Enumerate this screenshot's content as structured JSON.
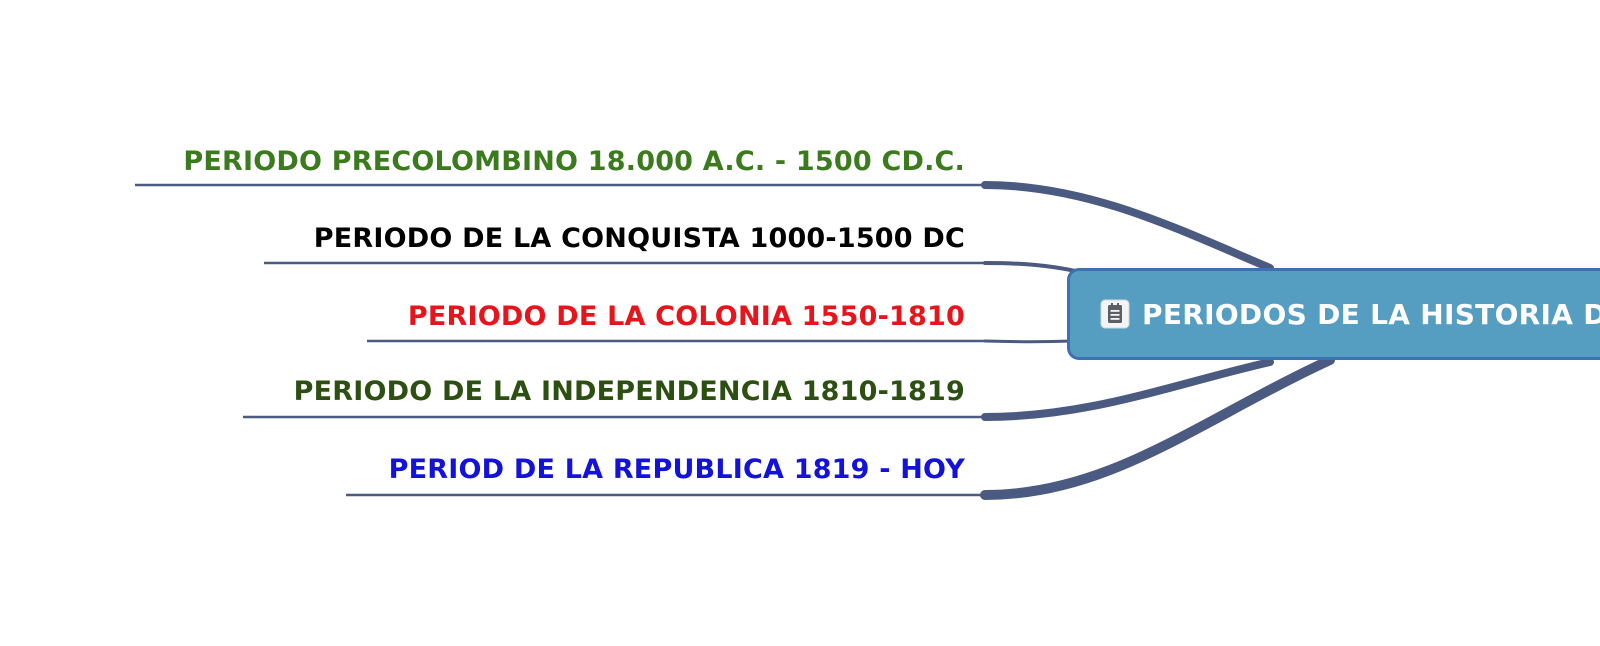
{
  "colors": {
    "connector": "#4b5a80",
    "central_fill": "#559ec2",
    "central_border": "#3d72b0",
    "central_text": "#ffffff"
  },
  "central": {
    "icon": "notepad-icon",
    "title": "PERIODOS DE LA HISTORIA D"
  },
  "branches": [
    {
      "label": "PERIODO PRECOLOMBINO 18.000 A.C. - 1500 CD.C.",
      "color": "#3c7a1e"
    },
    {
      "label": "PERIODO DE LA CONQUISTA 1000-1500 DC",
      "color": "#000000"
    },
    {
      "label": "PERIODO DE LA COLONIA 1550-1810",
      "color": "#e8141b"
    },
    {
      "label": "PERIODO DE LA INDEPENDENCIA 1810-1819",
      "color": "#2c4f12"
    },
    {
      "label": "PERIOD DE LA REPUBLICA 1819 - HOY",
      "color": "#1212d8"
    }
  ]
}
